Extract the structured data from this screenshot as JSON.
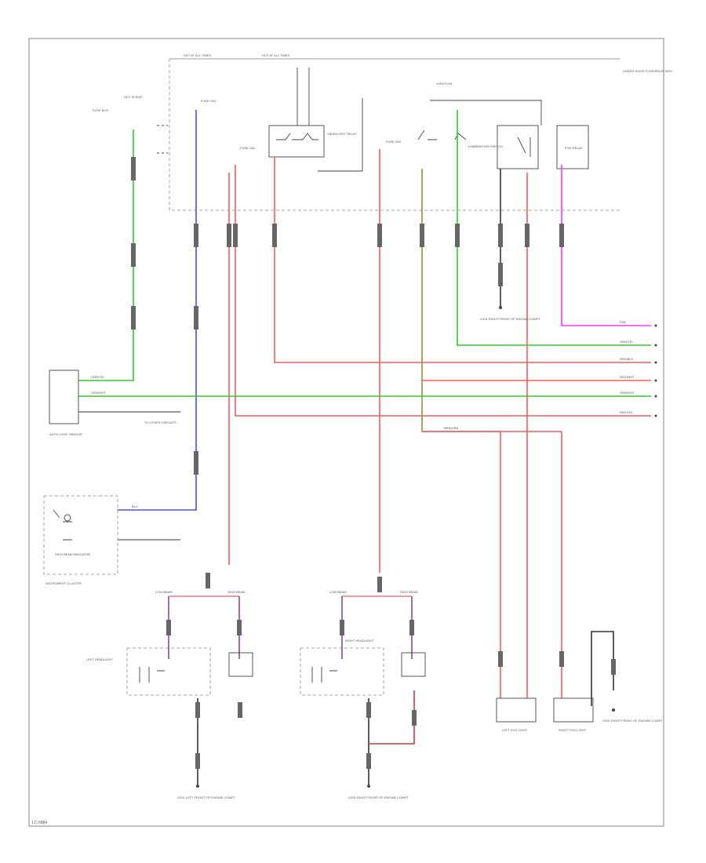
{
  "diagram": {
    "footer_code": "LC-0884",
    "colors": {
      "green": "#2ecc2e",
      "blue": "#4a4aff",
      "red": "#ff5a5a",
      "pink": "#ff33ff",
      "olive": "#a08a3a",
      "dark": "#333333"
    },
    "labels": {
      "fuse_box": "FUSE BOX",
      "hot_at_all_times_1": "HOT AT ALL TIMES",
      "hot_at_all_times_2": "HOT AT ALL TIMES",
      "hot_in_run": "HOT IN RUN",
      "under_hood_fuse": "UNDER-HOOD FUSE/RELAY BOX",
      "headlight_relay": "HEADLIGHT RELAY",
      "fog_relay": "FOG RELAY",
      "fuse_10a": "FUSE 10A",
      "fuse_15a": "FUSE 15A",
      "fuse_20a": "FUSE 20A",
      "junction": "JUNCTION",
      "combination_switch": "COMBINATION SWITCH",
      "auto_light_sensor": "AUTO LIGHT SENSOR",
      "instrument_cluster": "INSTRUMENT CLUSTER",
      "left_headlight": "LEFT HEADLIGHT",
      "right_headlight": "RIGHT HEADLIGHT",
      "low_beam": "LOW BEAM",
      "high_beam": "HIGH BEAM",
      "left_fog": "LEFT FOG LIGHT",
      "right_fog": "RIGHT FOG LIGHT",
      "ground_left": "G201 LEFT FRONT OF ENGINE COMPT",
      "ground_right": "G301 RIGHT FRONT OF ENGINE COMPT",
      "ground_fog": "G401 RIGHT FRONT OF ENGINE COMPT",
      "ground_relay": "G101 RIGHT FRONT OF ENGINE COMPT",
      "wire_grn": "GRN/YEL",
      "wire_blu": "BLU",
      "wire_red": "RED/YEL",
      "wire_pnk": "PNK",
      "wire_olive": "BRN/GRN",
      "wire_red2": "RED/BLK",
      "wire_grn2": "GRN/WHT",
      "wire_red3": "RED/WHT",
      "indicator": "HIGH BEAM INDICATOR",
      "to_other": "TO OTHER CIRCUITS"
    }
  }
}
